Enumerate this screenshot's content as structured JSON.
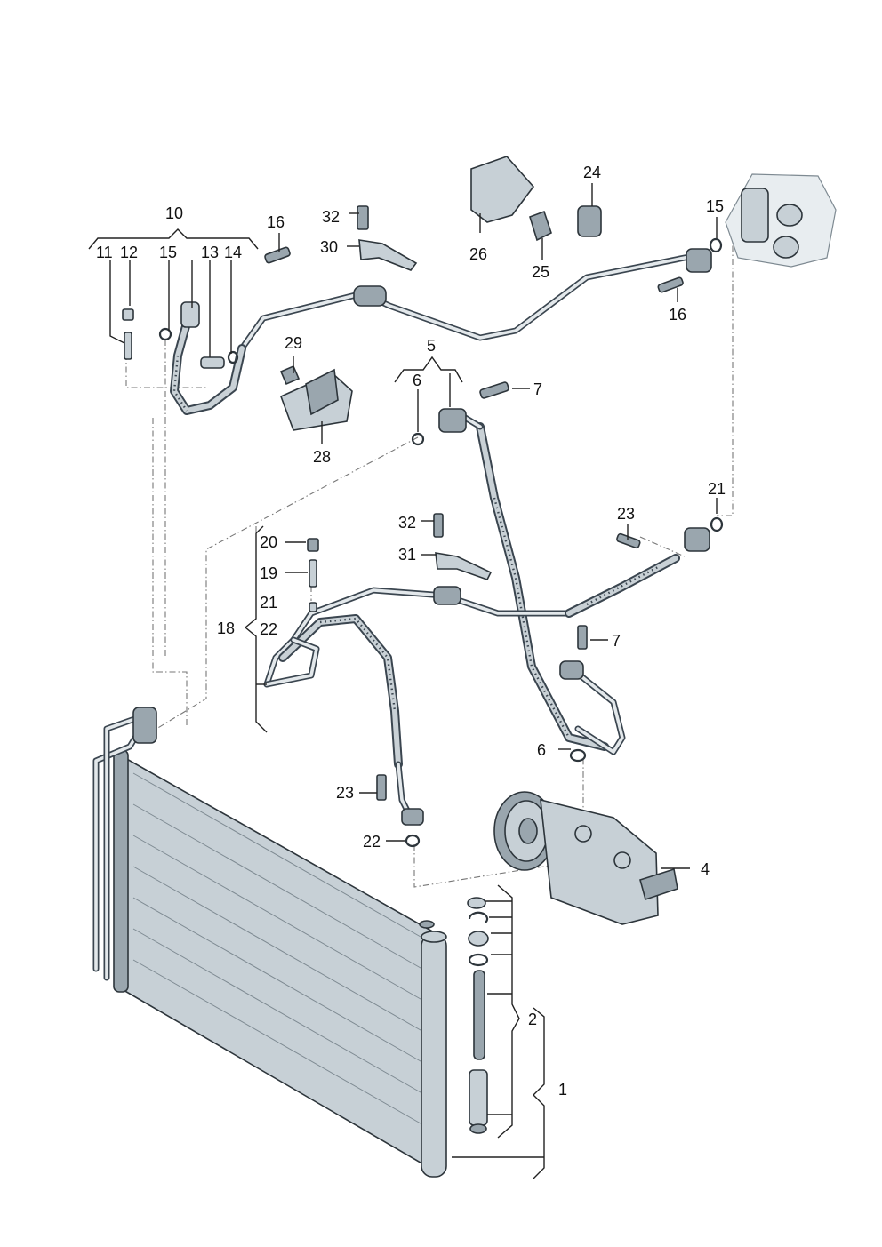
{
  "callouts": {
    "l10": "10",
    "l11": "11",
    "l12": "12",
    "l15a": "15",
    "l13": "13",
    "l14": "14",
    "l16a": "16",
    "l32a": "32",
    "l30": "30",
    "l26": "26",
    "l24": "24",
    "l25": "25",
    "l15b": "15",
    "l16b": "16",
    "l29": "29",
    "l28": "28",
    "l5": "5",
    "l6a": "6",
    "l7a": "7",
    "l21a": "21",
    "l23a": "23",
    "l32b": "32",
    "l31": "31",
    "l20": "20",
    "l19": "19",
    "l21b": "21",
    "l18": "18",
    "l22a": "22",
    "l7b": "7",
    "l6b": "6",
    "l23b": "23",
    "l22b": "22",
    "l4": "4",
    "l2": "2",
    "l1": "1"
  },
  "colors": {
    "metal": "#c7d0d6",
    "metal_dark": "#9aa6ae",
    "outline": "#2d353b",
    "leader": "#222222",
    "dash": "#777777"
  }
}
